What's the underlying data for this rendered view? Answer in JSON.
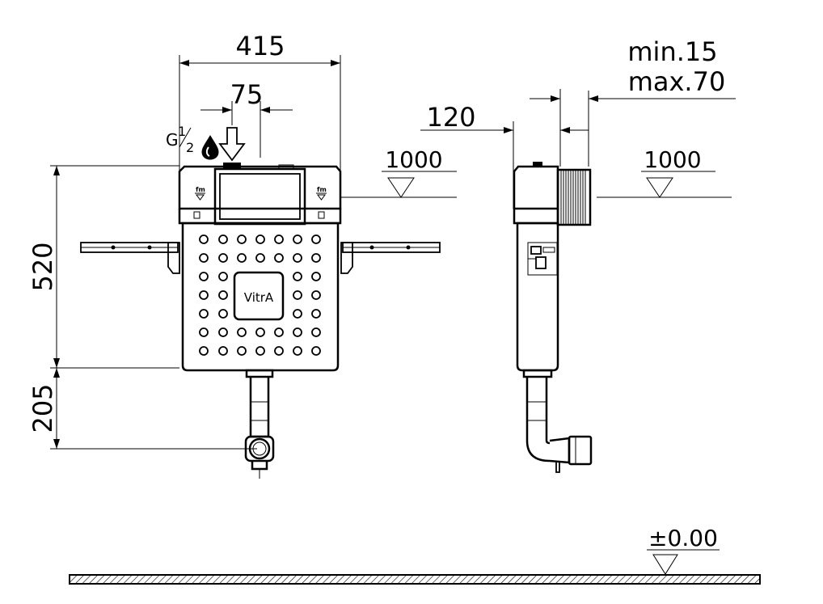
{
  "drawing": {
    "dimensions": {
      "width_total": "415",
      "pipe_offset": "75",
      "height_frame": "520",
      "height_drain": "205",
      "depth_side": "120",
      "wall_min": "min.15",
      "wall_max": "max.70"
    },
    "levels": {
      "front_inlet": "1000",
      "side_inlet": "1000",
      "floor": "±0.00"
    },
    "inlet_thread_main": "G",
    "inlet_thread_num": "1",
    "inlet_thread_den": "2",
    "brand": "VitrA",
    "marker_text": "fm"
  }
}
